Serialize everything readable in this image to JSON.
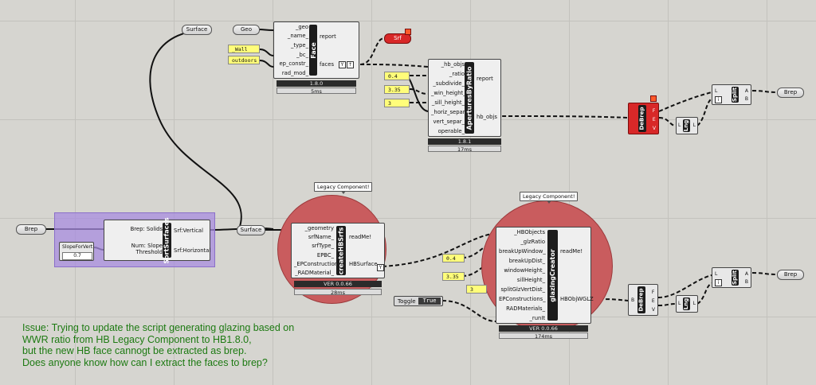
{
  "canvas": {
    "wire_color": "#111111",
    "grid_color": "#c3c2bd",
    "background": "#d6d5d0",
    "highlight_circle_color": "#c95c5e",
    "group_color": "#a88ce0",
    "error_color": "#d82828"
  },
  "params": {
    "surface_top": "Surface",
    "geo": "Geo",
    "wall": "_Wall",
    "outdoors": "outdoors",
    "srf": "Srf",
    "brep_left": "Brep",
    "slope_for_vert": "SlopeForVert",
    "slope_value": "0.7",
    "surface_mid": "Surface",
    "ratio_value": "0.4",
    "win_height_value": "3.35",
    "sill_height_value": "3",
    "glz_ratio_value": "0.4",
    "breakup_value": "3.35",
    "window_height_value": "3",
    "toggle_label": "Toggle",
    "toggle_value": "True",
    "brep_right_top": "Brep",
    "brep_right_bottom": "Brep"
  },
  "face": {
    "name": "Face",
    "inputs": [
      "_geo",
      "_name_",
      "_type_",
      "_bc_",
      "ep_constr_",
      "rad_mod_"
    ],
    "outputs": [
      "report",
      "faces"
    ],
    "version": "1.8.0",
    "time": "5ms"
  },
  "apertures": {
    "name": "AperturesByRatio",
    "inputs": [
      "_hb_objs",
      "_ratio",
      "_subdivide_",
      "_win_height_",
      "_sill_height_",
      "_horiz_separ_",
      "vert_separ_",
      "operable_"
    ],
    "outputs": [
      "report",
      "hb_objs"
    ],
    "version": "1.8.1",
    "time": "17ms"
  },
  "sort_surfaces": {
    "name": "SortSurfaces",
    "inputs": [
      "Brep: Solids",
      "Num: Slope Threshold"
    ],
    "outputs": [
      "Srf:Vertical",
      "Srf:Horizontal"
    ]
  },
  "create_hbsrfs": {
    "name": "createHBSrfs",
    "bubble": "Legacy Component!",
    "inputs": [
      "_geometry",
      "srfName_",
      "srfType_",
      "EPBC_",
      "_EPConstruction_",
      "_RADMaterial_"
    ],
    "outputs": [
      "readMe!",
      "HBSurface"
    ],
    "version": "VER 0.0.66",
    "time": "28ms"
  },
  "glazing": {
    "name": "glazingCreator",
    "bubble": "Legacy Component!",
    "inputs": [
      "_HBObjects",
      "_glzRatio",
      "breakUpWindow_",
      "breakUpDist_",
      "windowHeight_",
      "sillHeight_",
      "splitGlzVertDist_",
      "EPConstructions_",
      "RADMaterials_",
      "_runIt"
    ],
    "outputs": [
      "readMe!",
      "HBObjWGLZ"
    ],
    "version": "VER 0.0.66",
    "time": "174ms"
  },
  "debrep_top": {
    "name": "DeBrep",
    "outputs": [
      "F",
      "E",
      "V"
    ]
  },
  "debrep_bottom": {
    "name": "DeBrep",
    "inputs": [
      "B"
    ],
    "outputs": [
      "F",
      "E",
      "V"
    ]
  },
  "lng_top": {
    "name": "Lng",
    "inputs": [
      "L"
    ],
    "outputs": [
      "L"
    ]
  },
  "lng_bottom": {
    "name": "Lng",
    "inputs": [
      "L"
    ],
    "outputs": [
      "L"
    ]
  },
  "split_top": {
    "name": "Split",
    "inputs": [
      "L",
      "i"
    ],
    "outputs": [
      "A",
      "B"
    ]
  },
  "split_bottom": {
    "name": "Split",
    "inputs": [
      "L",
      "i"
    ],
    "outputs": [
      "A",
      "B"
    ]
  },
  "issue": {
    "lines": [
      "Issue: Trying to update the script generating glazing based on",
      "WWR ratio from HB Legacy Component to HB1.8.0,",
      "but the new HB face cannogt be extracted as brep.",
      "Does anyone know how can I extract the faces to brep?"
    ]
  }
}
